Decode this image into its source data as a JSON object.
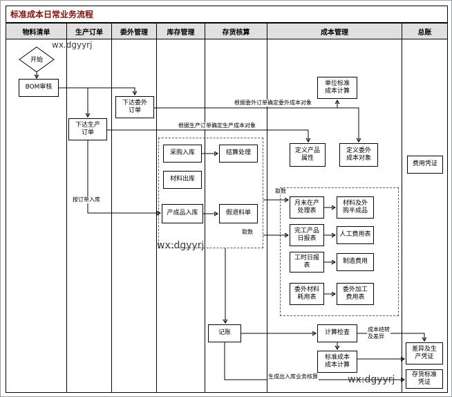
{
  "title": "标准成本日常业务流程",
  "lanes": [
    "物料清单",
    "生产订单",
    "委外管理",
    "库存管理",
    "存货核算",
    "成本管理",
    "总账"
  ],
  "nodes": {
    "start": "开始",
    "bom_audit": "BOM审核",
    "issue_outsourcing_order": "下达委外\n订单",
    "issue_production_order": "下达生产\n订单",
    "unit_standard_cost_calc": "单位标准\n成本计算",
    "purchase_inbound": "采购入库",
    "settlement": "结算处理",
    "material_outbound": "材料出库",
    "finished_inbound": "产成品入库",
    "pseudo_return": "假退料单",
    "define_product_attr": "定义产品\n属性",
    "define_outsourcing_cost_obj": "定义委外\n成本对象",
    "expense_voucher": "费用凭证",
    "month_end_wip": "月末在产\n处理表",
    "material_semi": "材料及外\n购半成品",
    "finished_daily": "完工产品\n日报表",
    "labor_cost": "人工费用表",
    "hours_daily": "工时日报\n表",
    "mfg_overhead": "制造费用",
    "outsourcing_material": "委外材料\n耗用表",
    "outsourcing_processing": "委外加工\n费用表",
    "bookkeeping": "记账",
    "calc_check": "计算检查",
    "standard_cost_calc": "标准成本\n成本计算",
    "variance_voucher": "差异及生\n产凭证",
    "inventory_voucher": "存货标准\n凭证"
  },
  "edge_labels": {
    "by_outsourcing_order": "根据委外订单确定委外成本对象",
    "by_production_order": "根据生产订单确定生产成本对象",
    "inbound_by_order": "按订单入库",
    "fetch_top": "取数",
    "fetch_bottom": "取数",
    "cost_carryover": "成本结转\n及差异",
    "gen_inout": "生成出入库业务核算"
  },
  "watermarks": [
    "wx.dgyyrj",
    "wx:dgyyrj",
    "wx:dgyyrj"
  ]
}
